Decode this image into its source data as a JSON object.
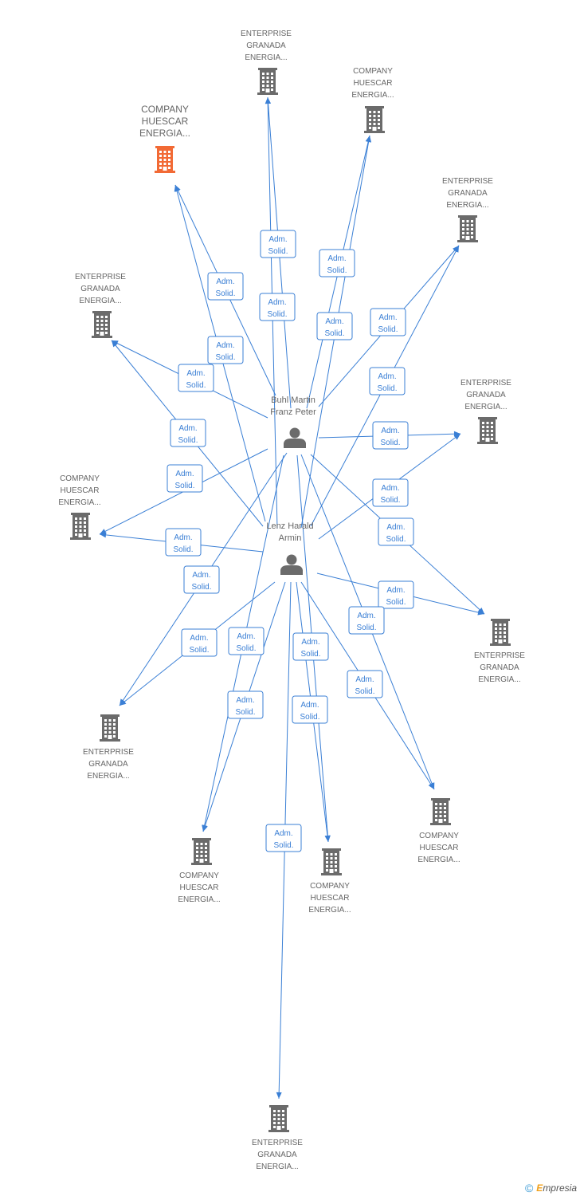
{
  "people": [
    {
      "id": "buhl",
      "name_lines": [
        "Buhl Martin",
        "Franz Peter"
      ]
    },
    {
      "id": "lenz",
      "name_lines": [
        "Lenz Harald",
        "Armin"
      ]
    }
  ],
  "companies": [
    {
      "id": "c1",
      "lines": [
        "ENTERPRISE",
        "GRANADA",
        "ENERGIA..."
      ],
      "main": false
    },
    {
      "id": "c2",
      "lines": [
        "COMPANY",
        "HUESCAR",
        "ENERGIA..."
      ],
      "main": false
    },
    {
      "id": "c3",
      "lines": [
        "COMPANY",
        "HUESCAR",
        "ENERGIA..."
      ],
      "main": true
    },
    {
      "id": "c4",
      "lines": [
        "ENTERPRISE",
        "GRANADA",
        "ENERGIA..."
      ],
      "main": false
    },
    {
      "id": "c5",
      "lines": [
        "ENTERPRISE",
        "GRANADA",
        "ENERGIA..."
      ],
      "main": false
    },
    {
      "id": "c6",
      "lines": [
        "ENTERPRISE",
        "GRANADA",
        "ENERGIA..."
      ],
      "main": false
    },
    {
      "id": "c7",
      "lines": [
        "COMPANY",
        "HUESCAR",
        "ENERGIA..."
      ],
      "main": false
    },
    {
      "id": "c8",
      "lines": [
        "ENTERPRISE",
        "GRANADA",
        "ENERGIA..."
      ],
      "main": false
    },
    {
      "id": "c9",
      "lines": [
        "ENTERPRISE",
        "GRANADA",
        "ENERGIA..."
      ],
      "main": false
    },
    {
      "id": "c10",
      "lines": [
        "COMPANY",
        "HUESCAR",
        "ENERGIA..."
      ],
      "main": false
    },
    {
      "id": "c11",
      "lines": [
        "COMPANY",
        "HUESCAR",
        "ENERGIA..."
      ],
      "main": false
    },
    {
      "id": "c12",
      "lines": [
        "COMPANY",
        "HUESCAR",
        "ENERGIA..."
      ],
      "main": false
    },
    {
      "id": "c13",
      "lines": [
        "ENTERPRISE",
        "GRANADA",
        "ENERGIA..."
      ],
      "main": false
    }
  ],
  "relation_label": [
    "Adm.",
    "Solid."
  ],
  "edges": [
    {
      "from": "buhl",
      "to": "c1"
    },
    {
      "from": "lenz",
      "to": "c1"
    },
    {
      "from": "buhl",
      "to": "c2"
    },
    {
      "from": "lenz",
      "to": "c2"
    },
    {
      "from": "buhl",
      "to": "c3"
    },
    {
      "from": "lenz",
      "to": "c3"
    },
    {
      "from": "buhl",
      "to": "c4"
    },
    {
      "from": "lenz",
      "to": "c4"
    },
    {
      "from": "buhl",
      "to": "c5"
    },
    {
      "from": "lenz",
      "to": "c5"
    },
    {
      "from": "buhl",
      "to": "c6"
    },
    {
      "from": "lenz",
      "to": "c6"
    },
    {
      "from": "buhl",
      "to": "c7"
    },
    {
      "from": "lenz",
      "to": "c7"
    },
    {
      "from": "buhl",
      "to": "c8"
    },
    {
      "from": "lenz",
      "to": "c8"
    },
    {
      "from": "buhl",
      "to": "c9"
    },
    {
      "from": "lenz",
      "to": "c9"
    },
    {
      "from": "buhl",
      "to": "c10"
    },
    {
      "from": "lenz",
      "to": "c10"
    },
    {
      "from": "buhl",
      "to": "c11"
    },
    {
      "from": "lenz",
      "to": "c11"
    },
    {
      "from": "buhl",
      "to": "c12"
    },
    {
      "from": "lenz",
      "to": "c12"
    },
    {
      "from": "lenz",
      "to": "c13"
    }
  ],
  "colors": {
    "edge": "#3a7fd5",
    "company_icon": "#6b6b6b",
    "main_company_icon": "#f26a35",
    "person_icon": "#6b6b6b"
  },
  "footer": {
    "copyright": "©",
    "brand_initial": "E",
    "brand_rest": "mpresia"
  }
}
